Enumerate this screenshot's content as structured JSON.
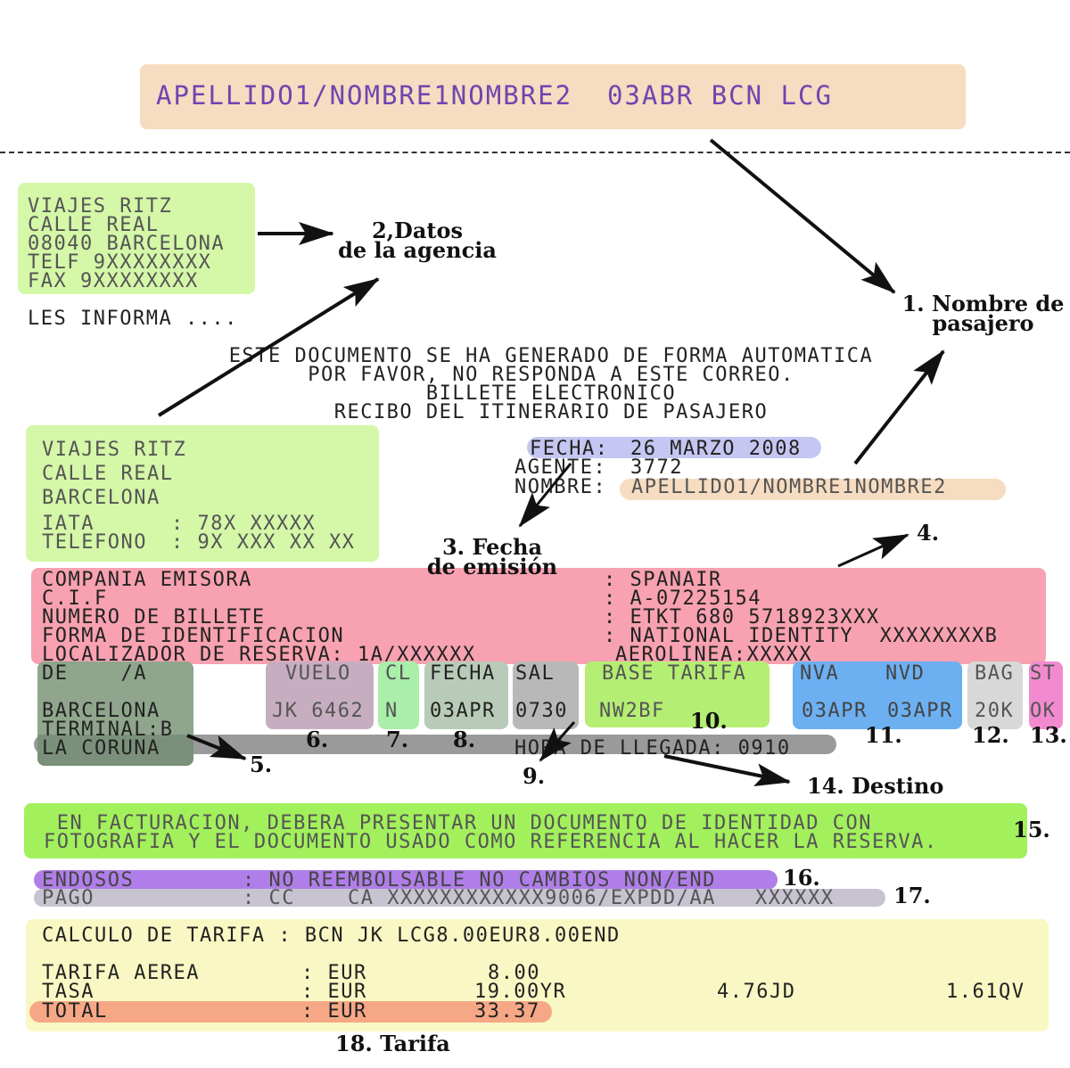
{
  "header": {
    "passenger_line": "APELLIDO1/NOMBRE1NOMBRE2  03ABR BCN LCG"
  },
  "agency_top": {
    "lines": [
      "VIAJES RITZ",
      "CALLE REAL",
      "08040 BARCELONA",
      "TELF 9XXXXXXXX",
      "FAX 9XXXXXXXX"
    ]
  },
  "intro": {
    "les_informa": "LES INFORMA ....",
    "notice_lines": [
      "ESTE DOCUMENTO SE HA GENERADO DE FORMA AUTOMATICA",
      "POR FAVOR, NO RESPONDA A ESTE CORREO.",
      "BILLETE ELECTRONICO",
      "RECIBO DEL ITINERARIO DE PASAJERO"
    ]
  },
  "agency_box": {
    "l1": "VIAJES RITZ",
    "l2": "CALLE REAL",
    "l3": "BARCELONA",
    "iata_label": "IATA",
    "iata_value": ": 78X XXXXX",
    "tel_label": "TELEFONO",
    "tel_value": ": 9X XXX XX XX"
  },
  "issue": {
    "fecha_label": "FECHA:",
    "fecha_value": "26 MARZO 2008",
    "agente_label": "AGENTE:",
    "agente_value": "3772",
    "nombre_label": "NOMBRE:",
    "nombre_value": "APELLIDO1/NOMBRE1NOMBRE2"
  },
  "company": {
    "rows": [
      {
        "label": "COMPANIA EMISORA",
        "value": ": SPANAIR"
      },
      {
        "label": "C.I.F",
        "value": ": A-07225154"
      },
      {
        "label": "NUMERO DE BILLETE",
        "value": ": ETKT 680 5718923XXX"
      },
      {
        "label": "FORMA DE IDENTIFICACION",
        "value": ": NATIONAL IDENTITY  XXXXXXXXB"
      }
    ],
    "localizador": "LOCALIZADOR DE RESERVA: 1A/XXXXXX",
    "aerolinea": "AEROLINEA:XXXXX"
  },
  "flight": {
    "de_a_header": "DE    /A",
    "from": "BARCELONA",
    "terminal": "TERMINAL:B",
    "to": "LA CORUNA",
    "vuelo_h": "VUELO",
    "vuelo": "JK 6462",
    "cl_h": "CL",
    "cl": "N",
    "fecha_h": "FECHA",
    "fecha": "03APR",
    "sal_h": "SAL",
    "sal": "0730",
    "base_h": "BASE TARIFA",
    "base": "NW2BF",
    "nva_h": "NVA",
    "nva": "03APR",
    "nvd_h": "NVD",
    "nvd": "03APR",
    "bag_h": "BAG",
    "bag": "20K",
    "st_h": "ST",
    "st": "OK",
    "llegada": "HORA DE LLEGADA: 0910"
  },
  "notice": {
    "l1": " EN FACTURACION, DEBERA PRESENTAR UN DOCUMENTO DE IDENTIDAD CON",
    "l2": "FOTOGRAFIA Y EL DOCUMENTO USADO COMO REFERENCIA AL HACER LA RESERVA."
  },
  "endosos": {
    "label": "ENDOSOS",
    "value": ": NO REEMBOLSABLE NO CAMBIOS NON/END"
  },
  "pago": {
    "label": "PAGO",
    "value": ": CC    CA XXXXXXXXXXXX9006/EXPDD/AA   XXXXXX"
  },
  "fare": {
    "calc": "CALCULO DE TARIFA : BCN JK LCG8.00EUR8.00END",
    "tarifa_label": "TARIFA AEREA",
    "tarifa_cur": ": EUR",
    "tarifa_amt": "8.00",
    "tasa_label": "TASA",
    "tasa_cur": ": EUR",
    "tasa_amt": "19.00YR",
    "tasa_jd": "4.76JD",
    "tasa_qv": "1.61QV",
    "total_label": "TOTAL",
    "total_cur": ": EUR",
    "total_amt": "33.37"
  },
  "annotations": {
    "a1": "1. Nombre de\npasajero",
    "a2": "2,Datos\nde la agencia",
    "a3": "3. Fecha\nde emisión",
    "a4": "4.",
    "a5": "5.",
    "a6": "6.",
    "a7": "7.",
    "a8": "8.",
    "a9": "9.",
    "a10": "10.",
    "a11": "11.",
    "a12": "12.",
    "a13": "13.",
    "a14": "14. Destino",
    "a15": "15.",
    "a16": "16.",
    "a17": "17.",
    "a18": "18. Tarifa"
  },
  "colors": {
    "peach": "#f6dcc0",
    "green_light": "#d4f7a8",
    "pink": "#f7a1b1",
    "lavender": "#c6c6f2",
    "dark_green": "#8fa68d",
    "mauve": "#c6aec0",
    "mint": "#a9eea9",
    "sage": "#b8cbb8",
    "grey": "#b8b8b8",
    "lime": "#b4ee73",
    "blue": "#6cb0f2",
    "light_grey": "#d8d8d8",
    "magenta": "#f28ad0",
    "bright_green": "#a2f05c",
    "purple": "#b07ee8",
    "grey_mauve": "#c8c3d0",
    "yellow": "#f9f8c4",
    "salmon": "#f6a886",
    "text_purple": "#6f45b0"
  }
}
